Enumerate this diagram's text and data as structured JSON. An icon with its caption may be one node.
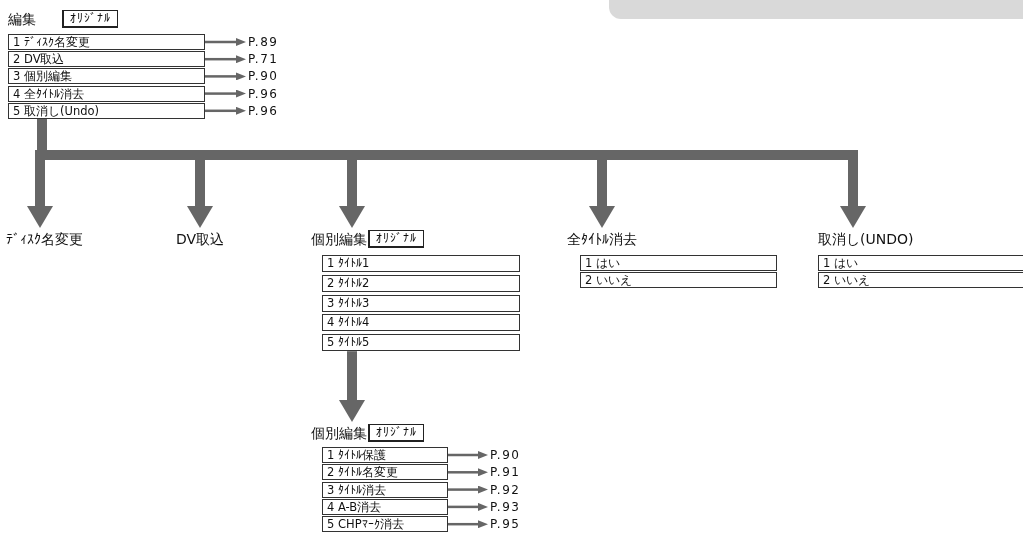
{
  "diagram": {
    "nodes": [
      {
        "text": [
          "編集"
        ]
      },
      {
        "text": [
          "ｵﾘｼﾞﾅﾙ"
        ]
      },
      {
        "text": [
          "1 ﾃﾞｨｽｸ名変更"
        ]
      },
      {
        "text": [
          "2 DV取込"
        ]
      },
      {
        "text": [
          "3 個別編集"
        ]
      },
      {
        "text": [
          "4 全ﾀｲﾄﾙ消去"
        ]
      },
      {
        "text": [
          "5 取消し(Undo)"
        ]
      },
      {
        "text": [
          "P.89"
        ]
      },
      {
        "text": [
          "P.71"
        ]
      },
      {
        "text": [
          "P.90"
        ]
      },
      {
        "text": [
          "P.96"
        ]
      },
      {
        "text": [
          "P.96"
        ]
      },
      {
        "text": [
          "ﾃﾞｨｽｸ名変更"
        ]
      },
      {
        "text": [
          "DV取込"
        ]
      },
      {
        "text": [
          "個別編集"
        ]
      },
      {
        "text": [
          "ｵﾘｼﾞﾅﾙ"
        ]
      },
      {
        "text": [
          "1 ﾀｲﾄﾙ1"
        ]
      },
      {
        "text": [
          "2 ﾀｲﾄﾙ2"
        ]
      },
      {
        "text": [
          "3 ﾀｲﾄﾙ3"
        ]
      },
      {
        "text": [
          "4 ﾀｲﾄﾙ4"
        ]
      },
      {
        "text": [
          "5 ﾀｲﾄﾙ5"
        ]
      },
      {
        "text": [
          "全ﾀｲﾄﾙ消去"
        ]
      },
      {
        "text": [
          "1 はい"
        ]
      },
      {
        "text": [
          "2 いいえ"
        ]
      },
      {
        "text": [
          "取消し(UNDO)"
        ]
      },
      {
        "text": [
          "1 はい"
        ]
      },
      {
        "text": [
          "2 いいえ"
        ]
      },
      {
        "text": [
          "個別編集"
        ]
      },
      {
        "text": [
          "ｵﾘｼﾞﾅﾙ"
        ]
      },
      {
        "text": [
          "1 ﾀｲﾄﾙ保護"
        ]
      },
      {
        "text": [
          "2 ﾀｲﾄﾙ名変更"
        ]
      },
      {
        "text": [
          "3 ﾀｲﾄﾙ消去"
        ]
      },
      {
        "text": [
          "4 A-B消去"
        ]
      },
      {
        "text": [
          "5 CHPﾏｰｸ消去"
        ]
      },
      {
        "text": [
          "P.90"
        ]
      },
      {
        "text": [
          "P.91"
        ]
      },
      {
        "text": [
          "P.92"
        ]
      },
      {
        "text": [
          "P.93"
        ]
      },
      {
        "text": [
          "P.95"
        ]
      }
    ],
    "edges": [
      {
        "from": 2,
        "to": 7,
        "arrow": "to"
      },
      {
        "from": 3,
        "to": 8,
        "arrow": "to"
      },
      {
        "from": 4,
        "to": 9,
        "arrow": "to"
      },
      {
        "from": 5,
        "to": 10,
        "arrow": "to"
      },
      {
        "from": 6,
        "to": 11,
        "arrow": "to"
      },
      {
        "from": 6,
        "to": 12,
        "arrow": "to",
        "style": "thick",
        "color": "#666666"
      },
      {
        "from": 6,
        "to": 13,
        "arrow": "to",
        "style": "thick",
        "color": "#666666"
      },
      {
        "from": 6,
        "to": 14,
        "arrow": "to",
        "style": "thick",
        "color": "#666666"
      },
      {
        "from": 6,
        "to": 21,
        "arrow": "to",
        "style": "thick",
        "color": "#666666"
      },
      {
        "from": 6,
        "to": 24,
        "arrow": "to",
        "style": "thick",
        "color": "#666666"
      },
      {
        "from": 20,
        "to": 27,
        "arrow": "to",
        "style": "thick",
        "color": "#666666"
      },
      {
        "from": 29,
        "to": 34,
        "arrow": "to"
      },
      {
        "from": 30,
        "to": 35,
        "arrow": "to"
      },
      {
        "from": 31,
        "to": 36,
        "arrow": "to"
      },
      {
        "from": 32,
        "to": 37,
        "arrow": "to"
      },
      {
        "from": 33,
        "to": 38,
        "arrow": "to"
      }
    ]
  }
}
